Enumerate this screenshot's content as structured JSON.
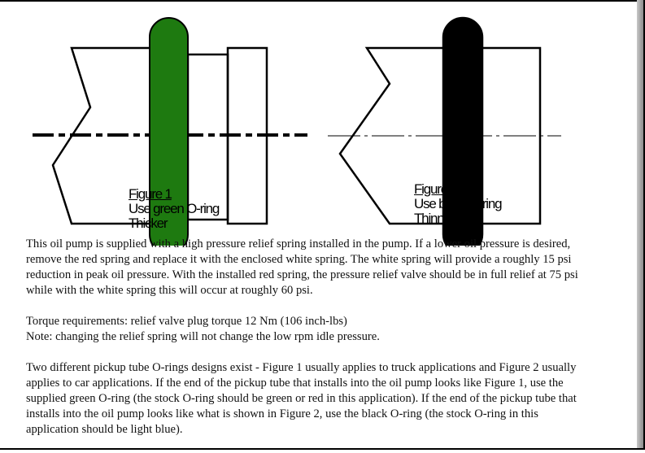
{
  "figure1": {
    "title": "Figure 1",
    "line1": "Use green O-ring",
    "line2": "Thicker",
    "oring_color": "#1e7a10"
  },
  "figure2": {
    "title": "Figure 2",
    "line1": "Use black O-ring",
    "line2": "Thinner",
    "oring_color": "#000000"
  },
  "paragraphs": [
    "This oil pump is supplied with a high pressure relief spring installed in the pump. If a lower oil pressure is desired, remove the red spring and replace it with the enclosed white spring. The white spring will provide a roughly 15 psi reduction in peak oil pressure. With the installed red spring, the pressure relief valve should be in full relief at 75 psi while with the white spring this will occur at roughly 60 psi.",
    "Torque requirements:  relief valve plug torque 12 Nm (106 inch-lbs)",
    "Note: changing the relief spring will not change the low rpm idle pressure.",
    "Two different pickup tube O-rings designs exist - Figure 1 usually applies to truck applications and Figure 2 usually applies to car applications. If the end of the pickup tube that installs into the oil pump looks like Figure 1, use the supplied green O-ring (the stock O-ring should be green or red in this application). If the end of the pickup tube that installs into the oil pump looks like what is shown in Figure 2, use the black O-ring (the stock O-ring in this application should be light blue)."
  ]
}
